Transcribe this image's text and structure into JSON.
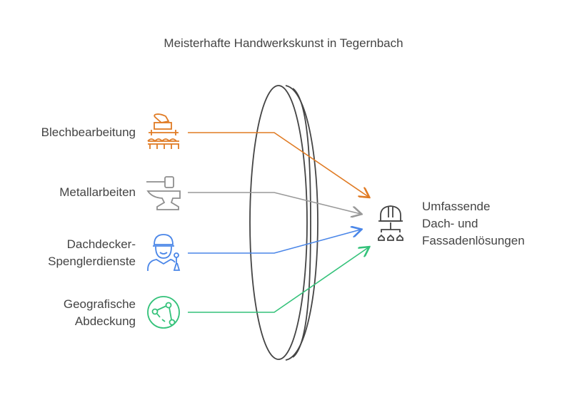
{
  "title": "Meisterhafte Handwerkskunst in Tegernbach",
  "inputs": [
    {
      "label": "Blechbearbeitung",
      "icon": "roofing-tools-icon",
      "color": "#E07B24"
    },
    {
      "label": "Metallarbeiten",
      "icon": "anvil-hammer-icon",
      "color": "#8E8E8E"
    },
    {
      "label": "Dachdecker-\nSpenglerdienste",
      "icon": "worker-icon",
      "color": "#4A86E8"
    },
    {
      "label": "Geografische\nAbdeckung",
      "icon": "network-globe-icon",
      "color": "#34C27A"
    }
  ],
  "output": {
    "label": "Umfassende\nDach- und\nFassadenlösungen",
    "icon": "hardhat-hierarchy-icon"
  }
}
